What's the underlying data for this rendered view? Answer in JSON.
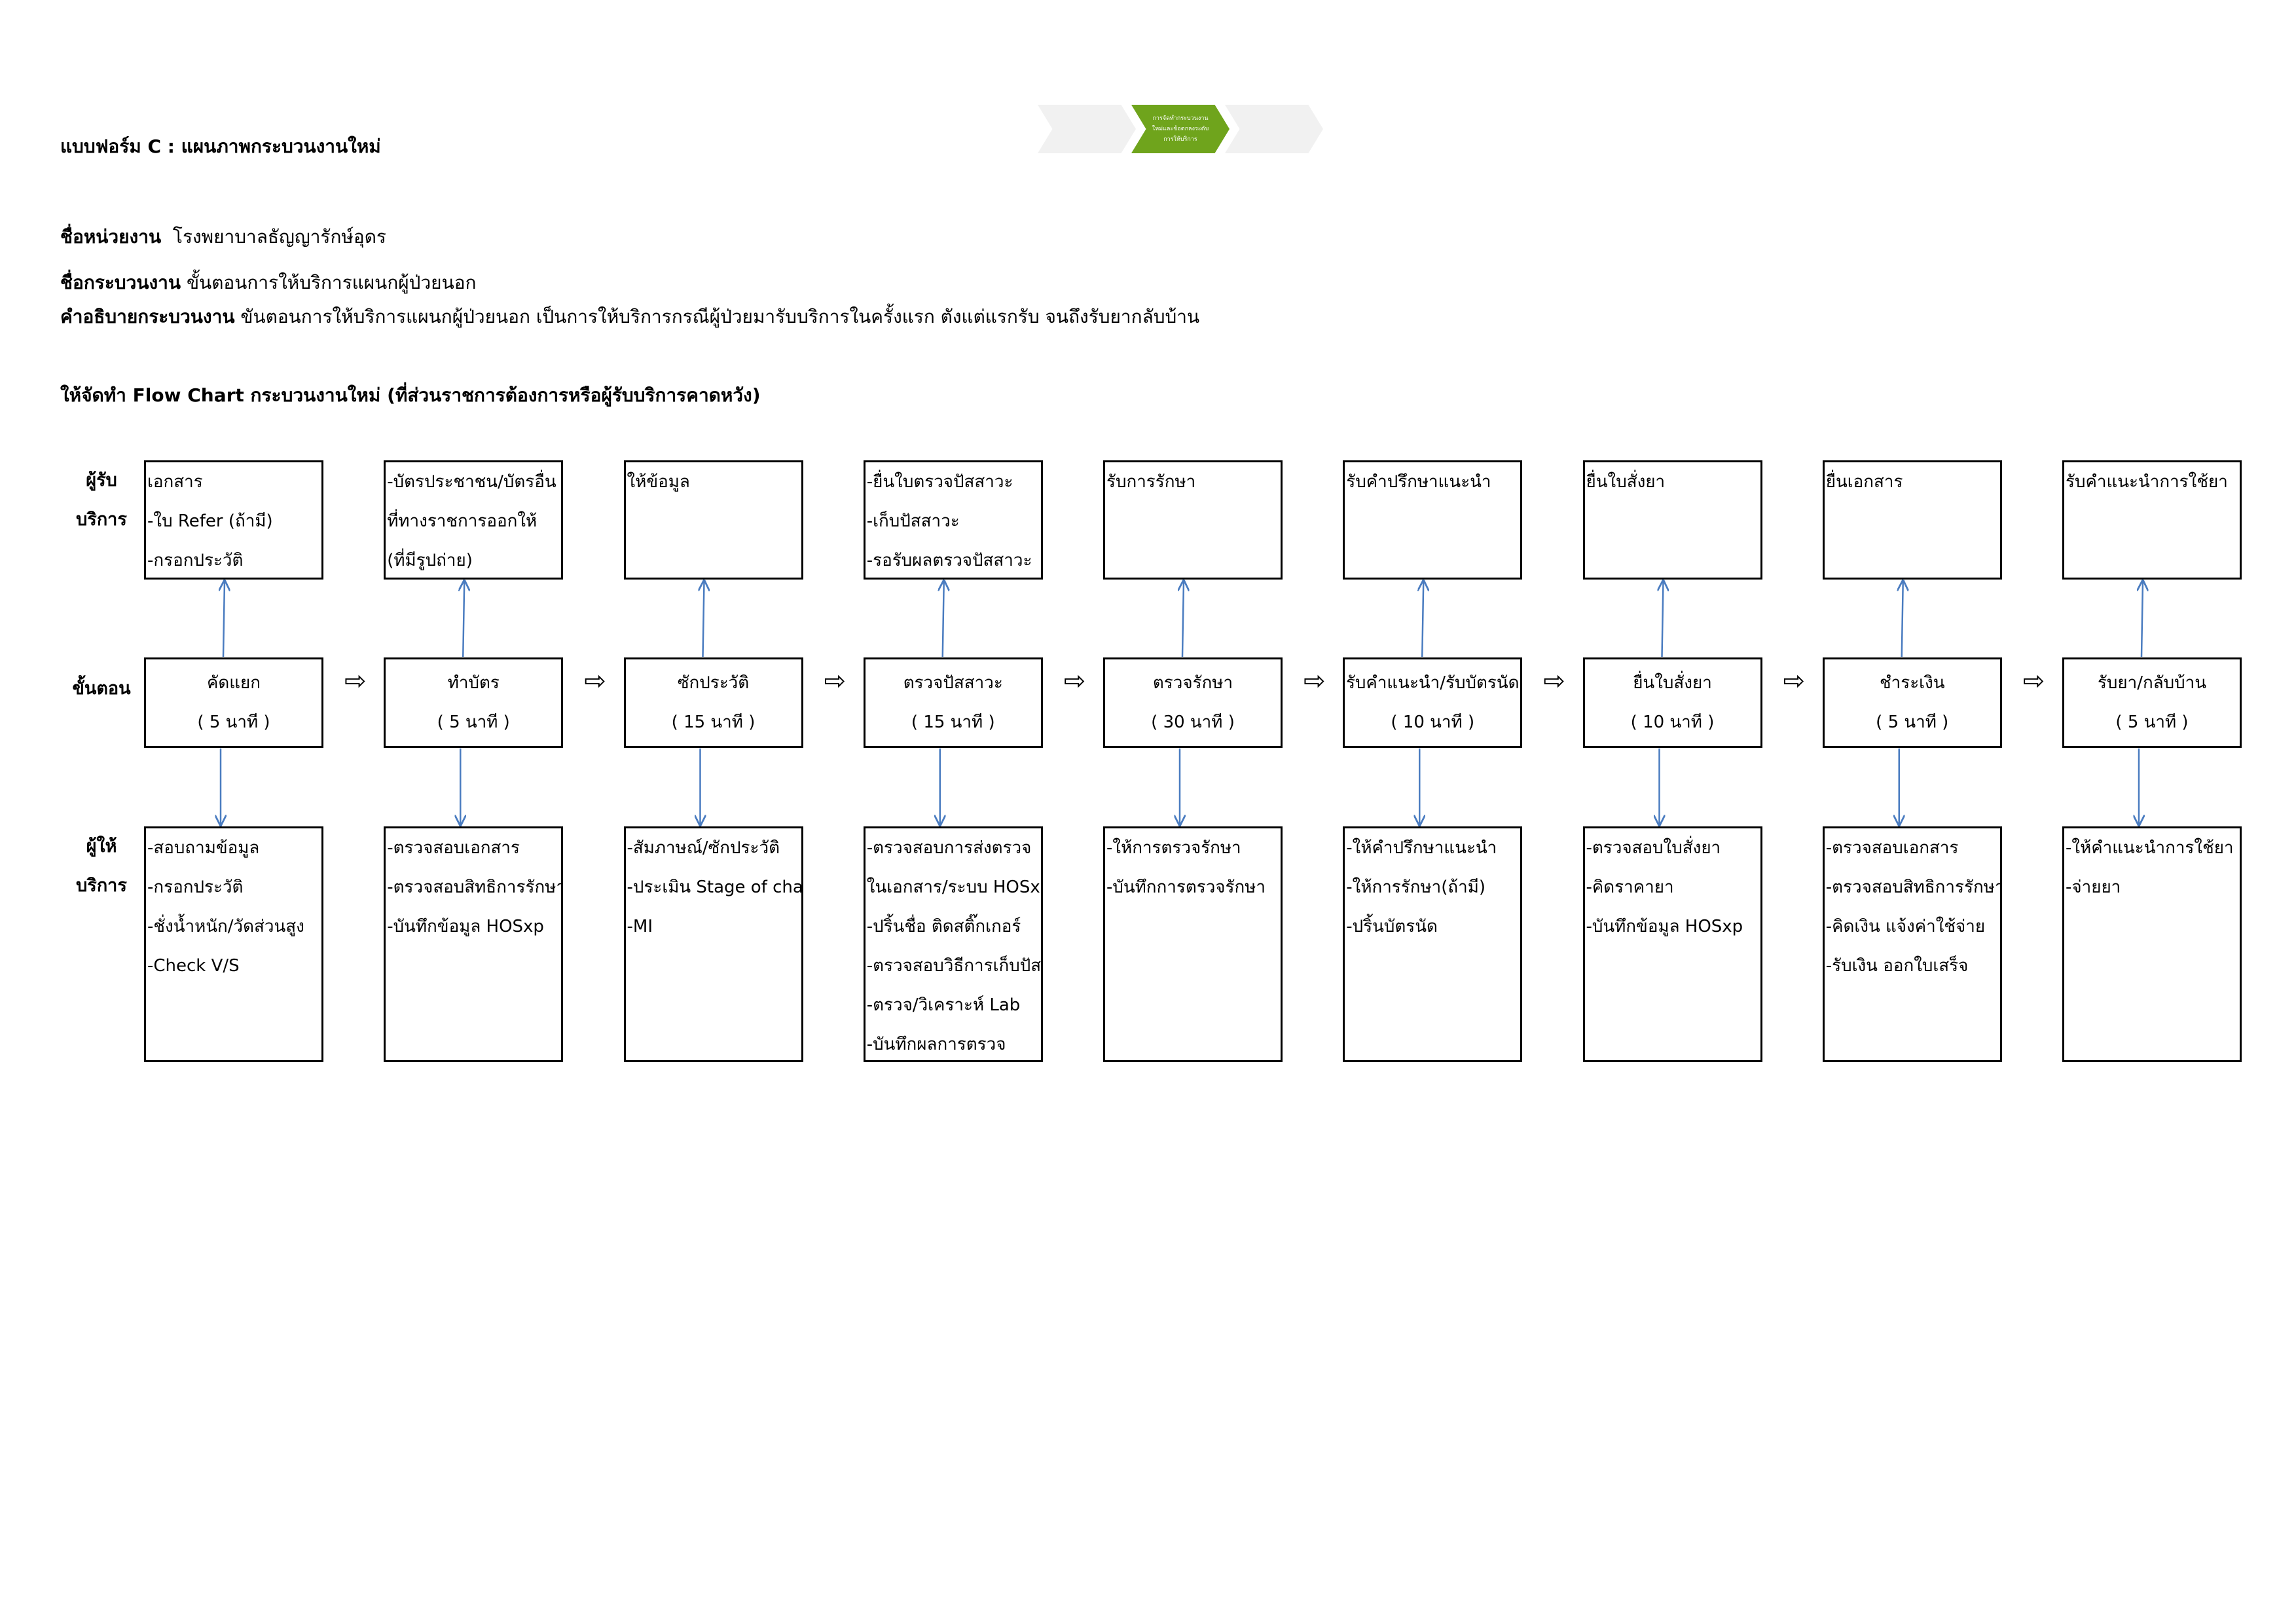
{
  "form_title": "แบบฟอร์ม C : แผนภาพกระบวนงานใหม่",
  "breadcrumb": [
    {
      "text": "",
      "active": false
    },
    {
      "text": "การจัดทำกระบวนงานใหม่และข้อตกลงระดับการให้บริการ",
      "active": true
    },
    {
      "text": "",
      "active": false
    }
  ],
  "agency": {
    "label": "ชื่อหน่วยงาน",
    "value": "โรงพยาบาลธัญญารักษ์อุดร"
  },
  "process": {
    "label": "ชื่อกระบวนงาน",
    "value": "ขั้นตอนการให้บริการแผนกผู้ป่วยนอก"
  },
  "description": {
    "label": "คำอธิบายกระบวนงาน",
    "value": "ขันตอนการให้บริการแผนกผู้ป่วยนอก เป็นการให้บริการกรณีผู้ป่วยมารับบริการในครั้งแรก ตังแต่แรกรับ จนถึงรับยากลับบ้าน"
  },
  "flow_heading": "ให้จัดทำ Flow Chart กระบวนงานใหม่ (ที่ส่วนราชการต้องการหรือผู้รับบริการคาดหวัง)",
  "row_labels": {
    "receiver": [
      "ผู้รับ",
      "บริการ"
    ],
    "step": [
      "ขั้นตอน"
    ],
    "provider": [
      "ผู้ให้",
      "บริการ"
    ]
  },
  "arrow_glyph": "⇨",
  "columns": [
    {
      "receiver": [
        "เอกสาร",
        " -ใบ Refer (ถ้ามี)",
        " -กรอกประวัติ"
      ],
      "step": [
        "คัดแยก",
        "( 5 นาที )"
      ],
      "provider": [
        " -สอบถามข้อมูล",
        " -กรอกประวัติ",
        " -ชั่งน้ำหนัก/วัดส่วนสูง",
        " -Check V/S"
      ]
    },
    {
      "receiver": [
        " -บัตรประชาชน/บัตรอื่น",
        "ที่ทางราชการออกให้",
        "(ที่มีรูปถ่าย)"
      ],
      "step": [
        "ทำบัตร",
        "( 5 นาที )"
      ],
      "provider": [
        " -ตรวจสอบเอกสาร",
        " -ตรวจสอบสิทธิการรักษา",
        " -บันทึกข้อมูล HOSxp"
      ]
    },
    {
      "receiver": [
        "ให้ข้อมูล"
      ],
      "step": [
        "ซักประวัติ",
        "( 15 นาที )"
      ],
      "provider": [
        " -สัมภาษณ์/ซักประวัติ",
        " -ประเมิน Stage of change",
        " -MI"
      ]
    },
    {
      "receiver": [
        " -ยื่นใบตรวจปัสสาวะ",
        " -เก็บปัสสาวะ",
        " -รอรับผลตรวจปัสสาวะ"
      ],
      "step": [
        "ตรวจปัสสาวะ",
        "( 15 นาที )"
      ],
      "provider": [
        " -ตรวจสอบการส่งตรวจ",
        "ในเอกสาร/ระบบ HOSxp",
        " -ปริ้นชื่อ ติดสติ๊กเกอร์",
        " -ตรวจสอบวิธีการเก็บปัสสาวะ",
        " -ตรวจ/วิเคราะห์ Lab",
        " -บันทึกผลการตรวจ"
      ]
    },
    {
      "receiver": [
        "รับการรักษา"
      ],
      "step": [
        "ตรวจรักษา",
        "( 30 นาที )"
      ],
      "provider": [
        " -ให้การตรวจรักษา",
        " -บันทึกการตรวจรักษา"
      ]
    },
    {
      "receiver": [
        "รับคำปรึกษาแนะนำ"
      ],
      "step": [
        "รับคำแนะนำ/รับบัตรนัด",
        "( 10 นาที )"
      ],
      "provider": [
        " -ให้คำปรึกษาแนะนำ",
        " -ให้การรักษา(ถ้ามี)",
        " -ปริ้นบัตรนัด"
      ]
    },
    {
      "receiver": [
        "ยื่นใบสั่งยา"
      ],
      "step": [
        "ยื่นใบสั่งยา",
        "( 10 นาที )"
      ],
      "provider": [
        " -ตรวจสอบใบสั่งยา",
        " -คิดราคายา",
        " -บันทึกข้อมูล HOSxp"
      ]
    },
    {
      "receiver": [
        "ยื่นเอกสาร"
      ],
      "step": [
        "ชำระเงิน",
        "( 5 นาที )"
      ],
      "provider": [
        " -ตรวจสอบเอกสาร",
        " -ตรวจสอบสิทธิการรักษา",
        " -คิดเงิน แจ้งค่าใช้จ่าย",
        " -รับเงิน ออกใบเสร็จ"
      ]
    },
    {
      "receiver": [
        "รับคำแนะนำการใช้ยา"
      ],
      "step": [
        "รับยา/กลับบ้าน",
        "( 5 นาที )"
      ],
      "provider": [
        " -ให้คำแนะนำการใช้ยา",
        " -จ่ายยา"
      ]
    }
  ]
}
